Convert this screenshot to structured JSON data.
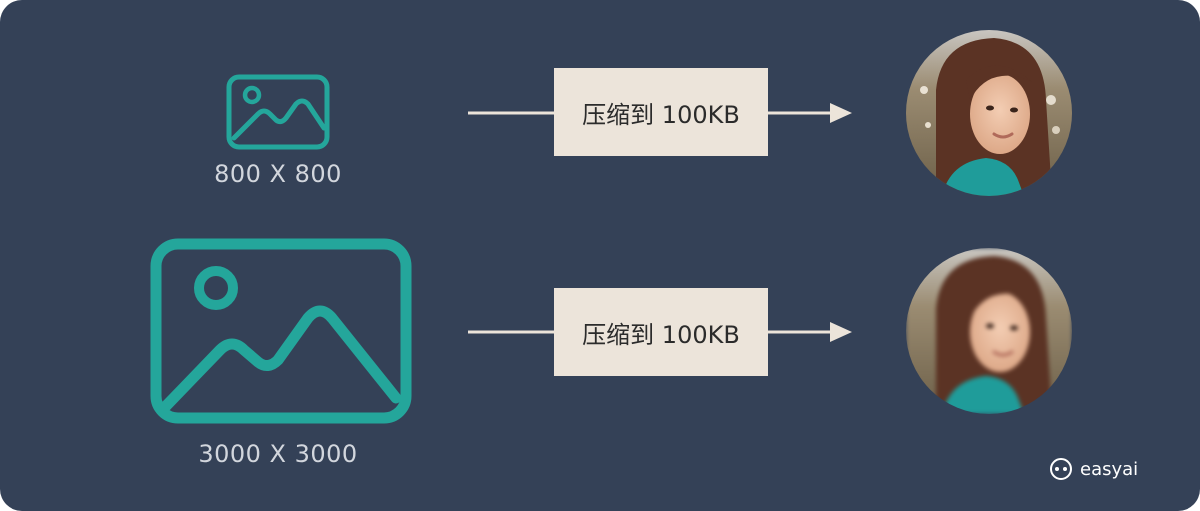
{
  "rows": [
    {
      "size_label": "800 X 800",
      "action_label": "压缩到 100KB",
      "result": "sharp-photo"
    },
    {
      "size_label": "3000 X 3000",
      "action_label": "压缩到 100KB",
      "result": "blurry-photo"
    }
  ],
  "brand": {
    "name": "easyai"
  },
  "colors": {
    "background": "#344157",
    "icon": "#24a69b",
    "box": "#ece4da",
    "arrow": "#ece4da",
    "label": "#d2d6dd"
  },
  "icons": {
    "source": "image-icon",
    "arrow": "arrow-right-icon",
    "brand": "easyai-logo-icon"
  }
}
